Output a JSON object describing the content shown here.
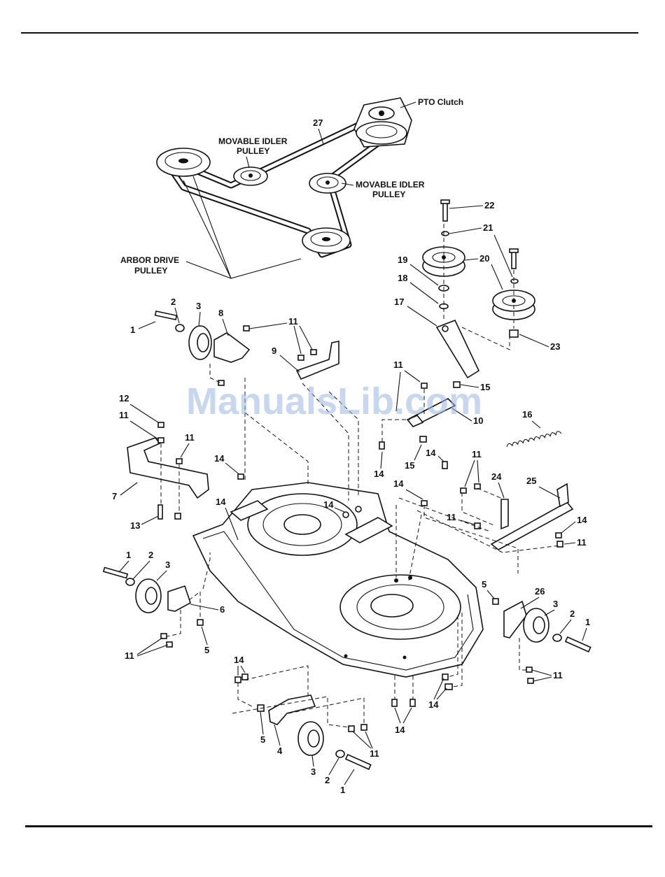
{
  "watermark": "ManualsLib.com",
  "labels": {
    "pto_clutch": "PTO Clutch",
    "movable_idler_1": [
      "MOVABLE IDLER",
      "PULLEY"
    ],
    "movable_idler_2": [
      "MOVABLE IDLER",
      "PULLEY"
    ],
    "arbor_drive": [
      "ARBOR DRIVE",
      "PULLEY"
    ]
  },
  "callouts": [
    "27",
    "22",
    "21",
    "20",
    "19",
    "18",
    "17",
    "23",
    "15",
    "16",
    "10",
    "11",
    "14",
    "24",
    "25",
    "2",
    "3",
    "1",
    "8",
    "9",
    "12",
    "13",
    "7",
    "6",
    "5",
    "26",
    "4"
  ]
}
